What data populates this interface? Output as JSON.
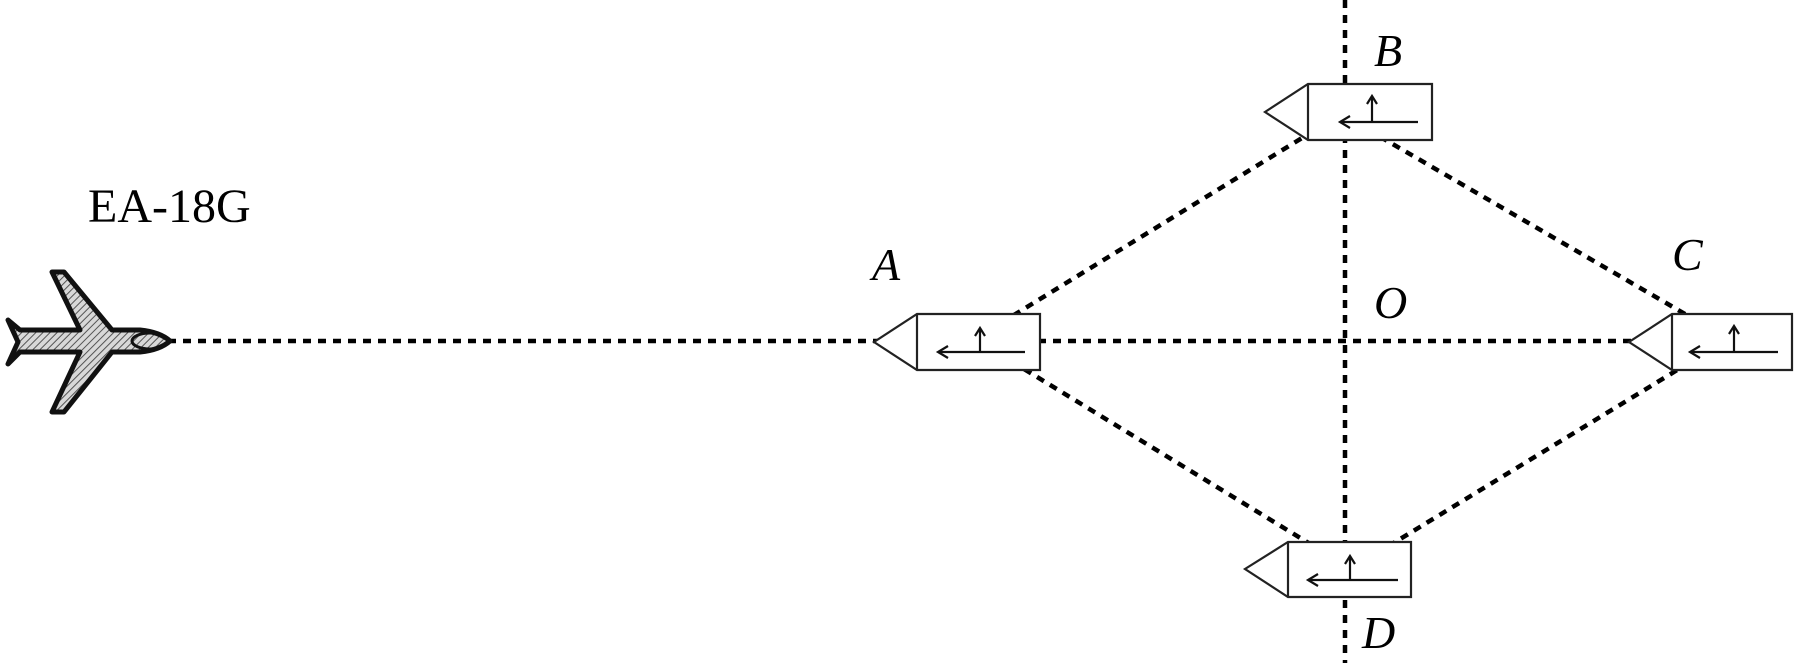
{
  "labels": {
    "aircraft": "EA-18G",
    "A": "A",
    "B": "B",
    "C": "C",
    "D": "D",
    "O": "O"
  },
  "colors": {
    "line": "#000000",
    "ship_outline": "#222222",
    "aircraft_fill": "#9a9a9a"
  },
  "icons": [
    "aircraft-icon",
    "ship-icon"
  ]
}
